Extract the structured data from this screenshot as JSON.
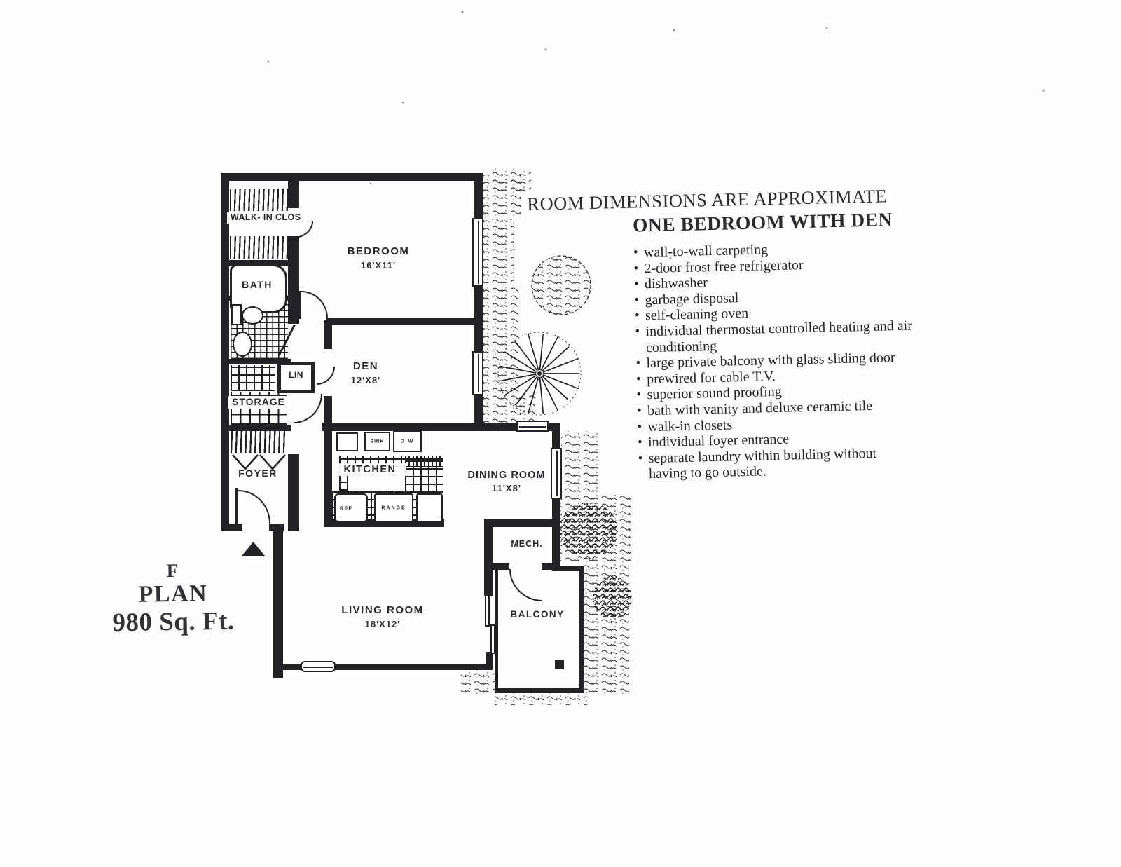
{
  "header": {
    "approx_note": "ROOM DIMENSIONS ARE APPROXIMATE",
    "plan_type": "ONE BEDROOM WITH DEN"
  },
  "features": [
    "wall-to-wall carpeting",
    "2-door frost free refrigerator",
    "dishwasher",
    "garbage disposal",
    "self-cleaning oven",
    "individual thermostat controlled heating and air conditioning",
    "large private balcony with glass sliding door",
    "prewired for cable T.V.",
    "superior sound proofing",
    "bath with vanity and deluxe ceramic tile",
    "walk-in closets",
    "individual foyer entrance",
    "separate laundry within building without having to go outside."
  ],
  "plan_badge": {
    "letter": "F",
    "word": "PLAN",
    "area": "980 Sq. Ft."
  },
  "rooms": {
    "walk_in_closet": {
      "name": "WALK- IN CLOS"
    },
    "bath": {
      "name": "BATH"
    },
    "linen": {
      "name": "LIN"
    },
    "storage": {
      "name": "STORAGE"
    },
    "foyer": {
      "name": "FOYER"
    },
    "bedroom": {
      "name": "BEDROOM",
      "dims": "16'X11'"
    },
    "den": {
      "name": "DEN",
      "dims": "12'X8'"
    },
    "kitchen": {
      "name": "KITCHEN"
    },
    "dining_room": {
      "name": "DINING ROOM",
      "dims": "11'X8'"
    },
    "mechanical": {
      "name": "MECH."
    },
    "living_room": {
      "name": "LIVING ROOM",
      "dims": "18'X12'"
    },
    "balcony": {
      "name": "BALCONY"
    }
  },
  "fixtures": {
    "sink": "SINK",
    "dishwasher": "D W",
    "refrigerator": "REF",
    "range": "RANGE"
  },
  "ink_color": "#232327"
}
